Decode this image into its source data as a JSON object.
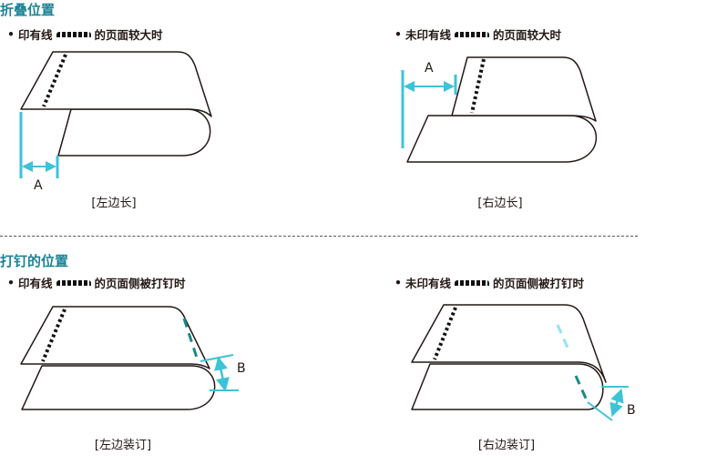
{
  "sections": [
    {
      "title": "折叠位置",
      "items": [
        {
          "pre": "印有线",
          "post": "的页面较大时",
          "caption": "[左边长]",
          "measure": "A"
        },
        {
          "pre": "未印有线",
          "post": "的页面较大时",
          "caption": "[右边长]",
          "measure": "A"
        }
      ]
    },
    {
      "title": "打钉的位置",
      "items": [
        {
          "pre": "印有线",
          "post": "的页面侧被打钉时",
          "caption": "[左边装订]",
          "measure": "B"
        },
        {
          "pre": "未印有线",
          "post": "的页面侧被打钉时",
          "caption": "[右边装订]",
          "measure": "B"
        }
      ]
    }
  ],
  "colors": {
    "heading": "#1b8396",
    "cyan": "#3cc3d8",
    "teal": "#1a8a86",
    "light_cyan": "#8ee6f5"
  }
}
